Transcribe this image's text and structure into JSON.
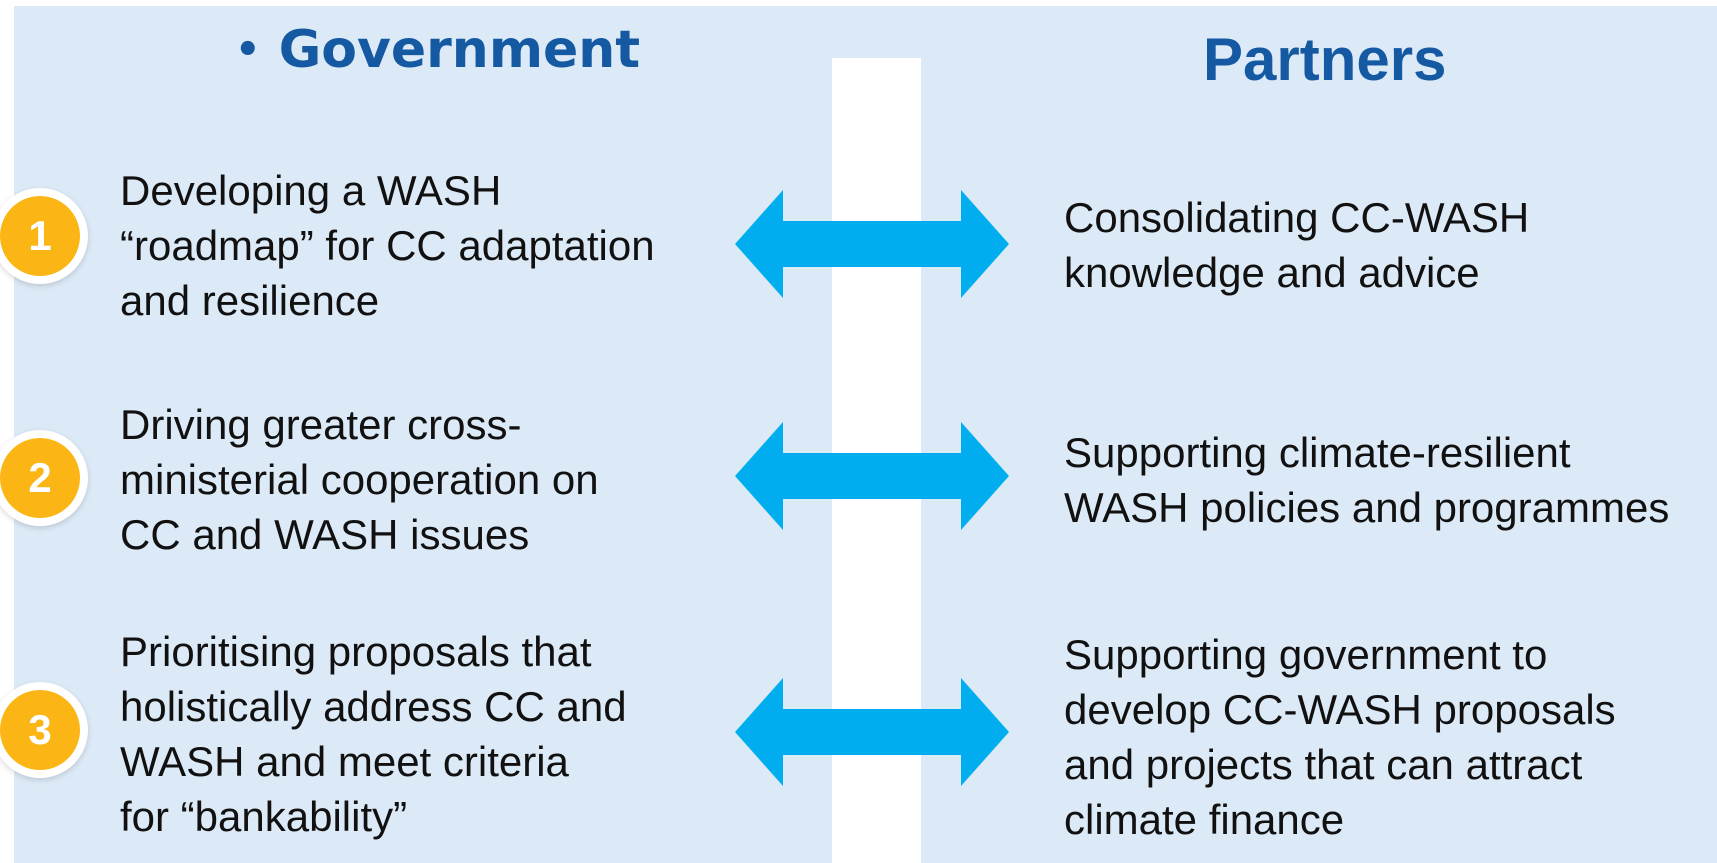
{
  "government": {
    "heading": "Government",
    "bullet": "•",
    "items": [
      {
        "number": "1",
        "lines": [
          "Developing a WASH",
          "“roadmap” for CC adaptation",
          "and resilience"
        ]
      },
      {
        "number": "2",
        "lines": [
          "Driving greater cross-",
          "ministerial cooperation on",
          "CC and WASH issues"
        ]
      },
      {
        "number": "3",
        "lines": [
          "Prioritising proposals that",
          "holistically address CC and",
          "WASH and meet criteria",
          "for “bankability”"
        ]
      }
    ]
  },
  "partners": {
    "heading": "Partners",
    "items": [
      {
        "lines": [
          "Consolidating CC-WASH",
          "knowledge and advice"
        ]
      },
      {
        "lines": [
          "Supporting climate-resilient",
          "WASH policies and programmes"
        ]
      },
      {
        "lines": [
          "Supporting government to",
          "develop CC-WASH proposals",
          "and projects that can attract",
          "climate finance"
        ]
      }
    ]
  },
  "colors": {
    "panel_background": "#dce9f6",
    "heading": "#1559a2",
    "arrow": "#00aeef",
    "badge": "#fbb616"
  },
  "icons": {
    "arrow": "double-headed-arrow-icon",
    "badge": "number-circle-icon"
  }
}
